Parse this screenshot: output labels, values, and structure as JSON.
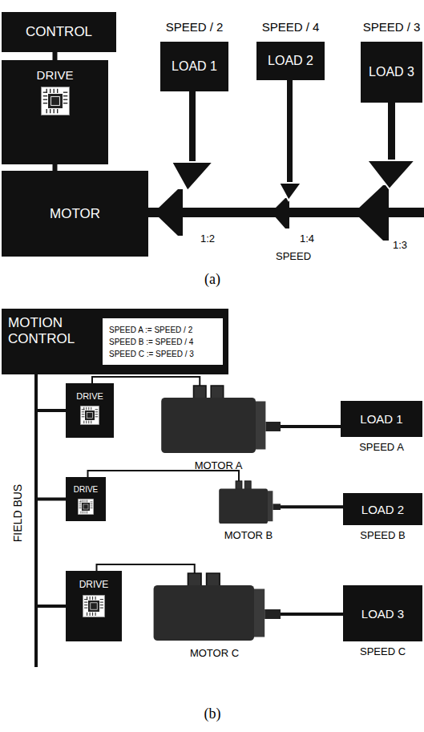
{
  "diagram": {
    "nodes": [
      {
        "text": [
          "CONTROL"
        ]
      },
      {
        "text": [
          "DRIVE"
        ]
      },
      {
        "text": [
          "MOTOR"
        ]
      },
      {
        "text": [
          "SPEED / 2",
          "LOAD 1"
        ]
      },
      {
        "text": [
          "SPEED / 4",
          "LOAD 2"
        ]
      },
      {
        "text": [
          "SPEED / 3",
          "LOAD 3"
        ]
      },
      {
        "text": [
          "MOTION CONTROL"
        ]
      },
      {
        "text": [
          "SPEED A := SPEED / 2",
          "SPEED B := SPEED / 4",
          "SPEED C := SPEED / 3"
        ],
        "in": 6
      },
      {
        "text": [
          "DRIVE"
        ]
      },
      {
        "text": [
          "MOTOR A"
        ]
      },
      {
        "text": [
          "LOAD 1",
          "SPEED A"
        ]
      },
      {
        "text": [
          "DRIVE"
        ]
      },
      {
        "text": [
          "MOTOR B"
        ]
      },
      {
        "text": [
          "LOAD 2",
          "SPEED B"
        ]
      },
      {
        "text": [
          "DRIVE"
        ]
      },
      {
        "text": [
          "MOTOR C"
        ]
      },
      {
        "text": [
          "LOAD 3",
          "SPEED C"
        ]
      }
    ],
    "edges": [
      {
        "from": 0,
        "to": 1,
        "arrow": "none"
      },
      {
        "from": 1,
        "to": 2,
        "arrow": "none"
      },
      {
        "from": 6,
        "to": 8,
        "arrow": "none"
      },
      {
        "from": 6,
        "to": 11,
        "arrow": "none"
      },
      {
        "from": 6,
        "to": 14,
        "arrow": "none"
      },
      {
        "from": 8,
        "to": 9,
        "arrow": "none"
      },
      {
        "from": 9,
        "to": 10,
        "arrow": "none"
      },
      {
        "from": 11,
        "to": 12,
        "arrow": "none"
      },
      {
        "from": 12,
        "to": 13,
        "arrow": "none"
      },
      {
        "from": 14,
        "to": 15,
        "arrow": "none"
      },
      {
        "from": 15,
        "to": 16,
        "arrow": "none"
      }
    ],
    "labels": [
      "1:2",
      "1:4",
      "1:3",
      "SPEED",
      "(a)",
      "FIELD BUS",
      "(b)"
    ]
  }
}
